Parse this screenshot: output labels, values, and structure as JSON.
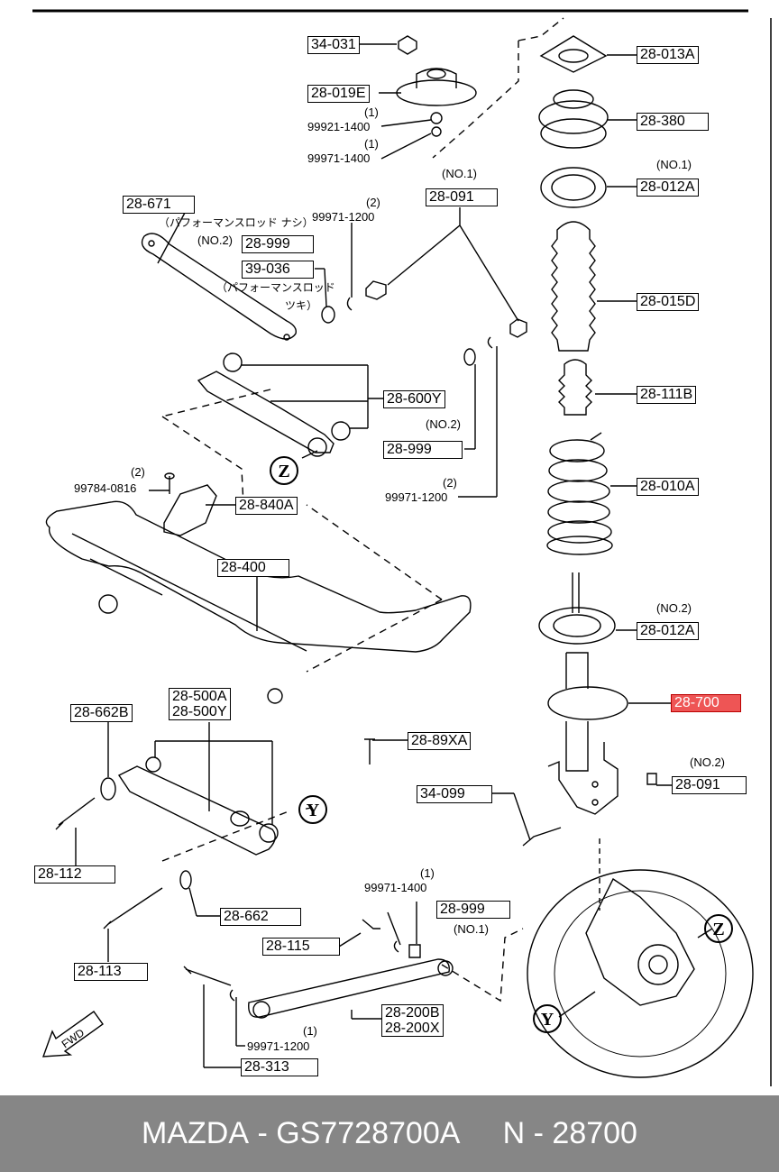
{
  "labels": {
    "p34_031": "34-031",
    "p28_019E": "28-019E",
    "p28_013A": "28-013A",
    "p28_380": "28-380",
    "p28_012A_top": "28-012A",
    "p28_671": "28-671",
    "p28_091_top": "28-091",
    "p28_015D": "28-015D",
    "p28_999_top": "28-999",
    "p39_036": "39-036",
    "p28_111B": "28-111B",
    "p28_600Y": "28-600Y",
    "p28_999_mid": "28-999",
    "p28_010A": "28-010A",
    "p28_840A": "28-840A",
    "p28_400": "28-400",
    "p28_012A_bot": "28-012A",
    "p28_700": "28-700",
    "p28_662B": "28-662B",
    "p28_500A": "28-500A",
    "p28_500Y": "28-500Y",
    "p28_89XA": "28-89XA",
    "p34_099": "34-099",
    "p28_091_bot": "28-091",
    "p28_112": "28-112",
    "p28_662": "28-662",
    "p28_999_bot": "28-999",
    "p28_115": "28-115",
    "p28_113": "28-113",
    "p28_200B": "28-200B",
    "p28_200X": "28-200X",
    "p28_313": "28-313"
  },
  "notes": {
    "n99921_1400": "99921-1400",
    "n99971_1400_top": "99971-1400",
    "q1a": "(1)",
    "q1b": "(1)",
    "n99971_1200_top": "99971-1200",
    "q2a": "(2)",
    "no1_top": "(NO.1)",
    "no1_right": "(NO.1)",
    "no2_999": "(NO.2)",
    "no2_mid": "(NO.2)",
    "q2b": "(2)",
    "n99971_1200_mid": "99971-1200",
    "q2c": "(2)",
    "n99784_0816": "99784-0816",
    "no2_012A": "(NO.2)",
    "no2_091": "(NO.2)",
    "q1c": "(1)",
    "n99971_1400_bot": "99971-1400",
    "no1_bot": "(NO.1)",
    "q1d": "(1)",
    "n99971_1200_bot": "99971-1200",
    "jp1": "（パフォーマンスロッド ナシ）",
    "jp2": "（パフォーマンスロッド",
    "jp3": "ツキ）",
    "fwd": "FWD",
    "z1": "Z",
    "z2": "Z",
    "y1": "Y",
    "y2": "Y"
  },
  "footer": {
    "brand": "MAZDA",
    "sep": " - ",
    "part_no": "GS7728700A",
    "gap": "     ",
    "prefix": "N",
    "sep2": " - ",
    "code": "28700"
  },
  "colors": {
    "highlight": "#ee5555",
    "footer_bg": "#868686"
  }
}
